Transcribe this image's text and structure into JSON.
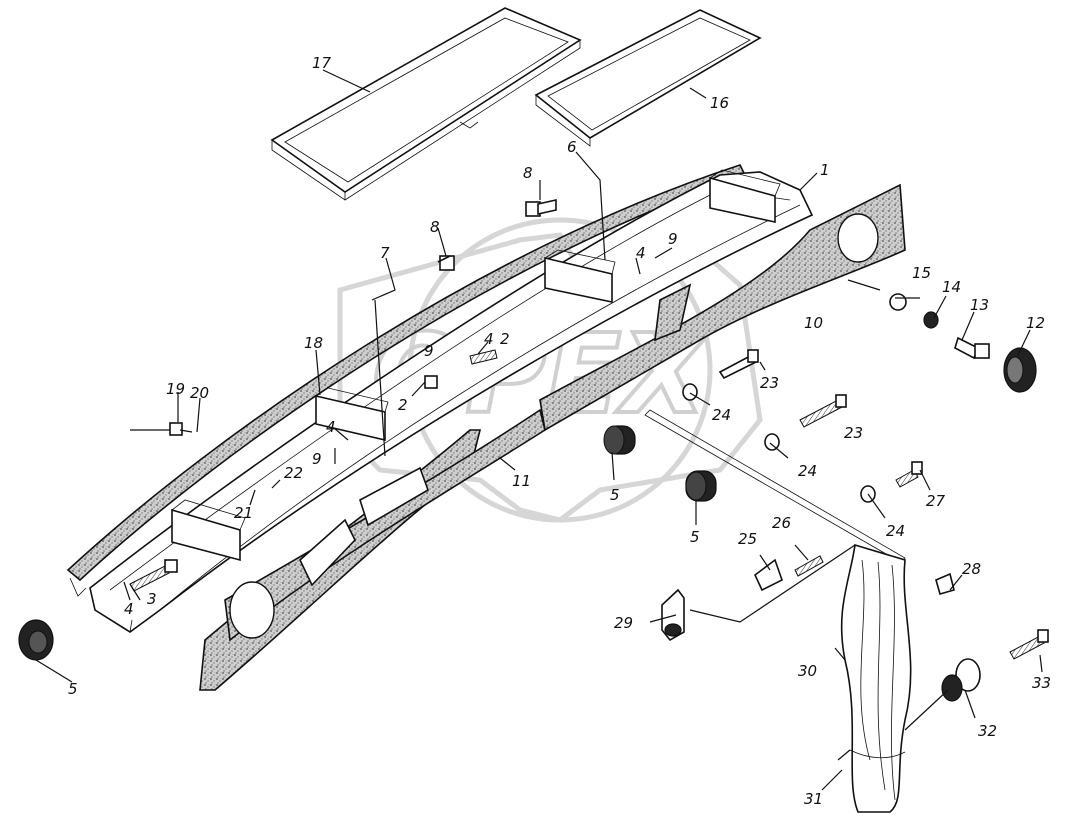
{
  "watermark": {
    "text": "OPEX"
  },
  "callouts": [
    {
      "id": "c1",
      "label": "1"
    },
    {
      "id": "c2a",
      "label": "2"
    },
    {
      "id": "c2b",
      "label": "2"
    },
    {
      "id": "c3",
      "label": "3"
    },
    {
      "id": "c4a",
      "label": "4"
    },
    {
      "id": "c4b",
      "label": "4"
    },
    {
      "id": "c4c",
      "label": "4"
    },
    {
      "id": "c4d",
      "label": "4"
    },
    {
      "id": "c5a",
      "label": "5"
    },
    {
      "id": "c5b",
      "label": "5"
    },
    {
      "id": "c5c",
      "label": "5"
    },
    {
      "id": "c6",
      "label": "6"
    },
    {
      "id": "c7",
      "label": "7"
    },
    {
      "id": "c8a",
      "label": "8"
    },
    {
      "id": "c8b",
      "label": "8"
    },
    {
      "id": "c9a",
      "label": "9"
    },
    {
      "id": "c9b",
      "label": "9"
    },
    {
      "id": "c9c",
      "label": "9"
    },
    {
      "id": "c10",
      "label": "10"
    },
    {
      "id": "c11",
      "label": "11"
    },
    {
      "id": "c12",
      "label": "12"
    },
    {
      "id": "c13",
      "label": "13"
    },
    {
      "id": "c14",
      "label": "14"
    },
    {
      "id": "c15",
      "label": "15"
    },
    {
      "id": "c16",
      "label": "16"
    },
    {
      "id": "c17",
      "label": "17"
    },
    {
      "id": "c18",
      "label": "18"
    },
    {
      "id": "c19",
      "label": "19"
    },
    {
      "id": "c20",
      "label": "20"
    },
    {
      "id": "c21",
      "label": "21"
    },
    {
      "id": "c22",
      "label": "22"
    },
    {
      "id": "c23a",
      "label": "23"
    },
    {
      "id": "c23b",
      "label": "23"
    },
    {
      "id": "c24a",
      "label": "24"
    },
    {
      "id": "c24b",
      "label": "24"
    },
    {
      "id": "c24c",
      "label": "24"
    },
    {
      "id": "c25",
      "label": "25"
    },
    {
      "id": "c26",
      "label": "26"
    },
    {
      "id": "c27",
      "label": "27"
    },
    {
      "id": "c28",
      "label": "28"
    },
    {
      "id": "c29",
      "label": "29"
    },
    {
      "id": "c30",
      "label": "30"
    },
    {
      "id": "c31",
      "label": "31"
    },
    {
      "id": "c32",
      "label": "32"
    },
    {
      "id": "c33",
      "label": "33"
    }
  ]
}
